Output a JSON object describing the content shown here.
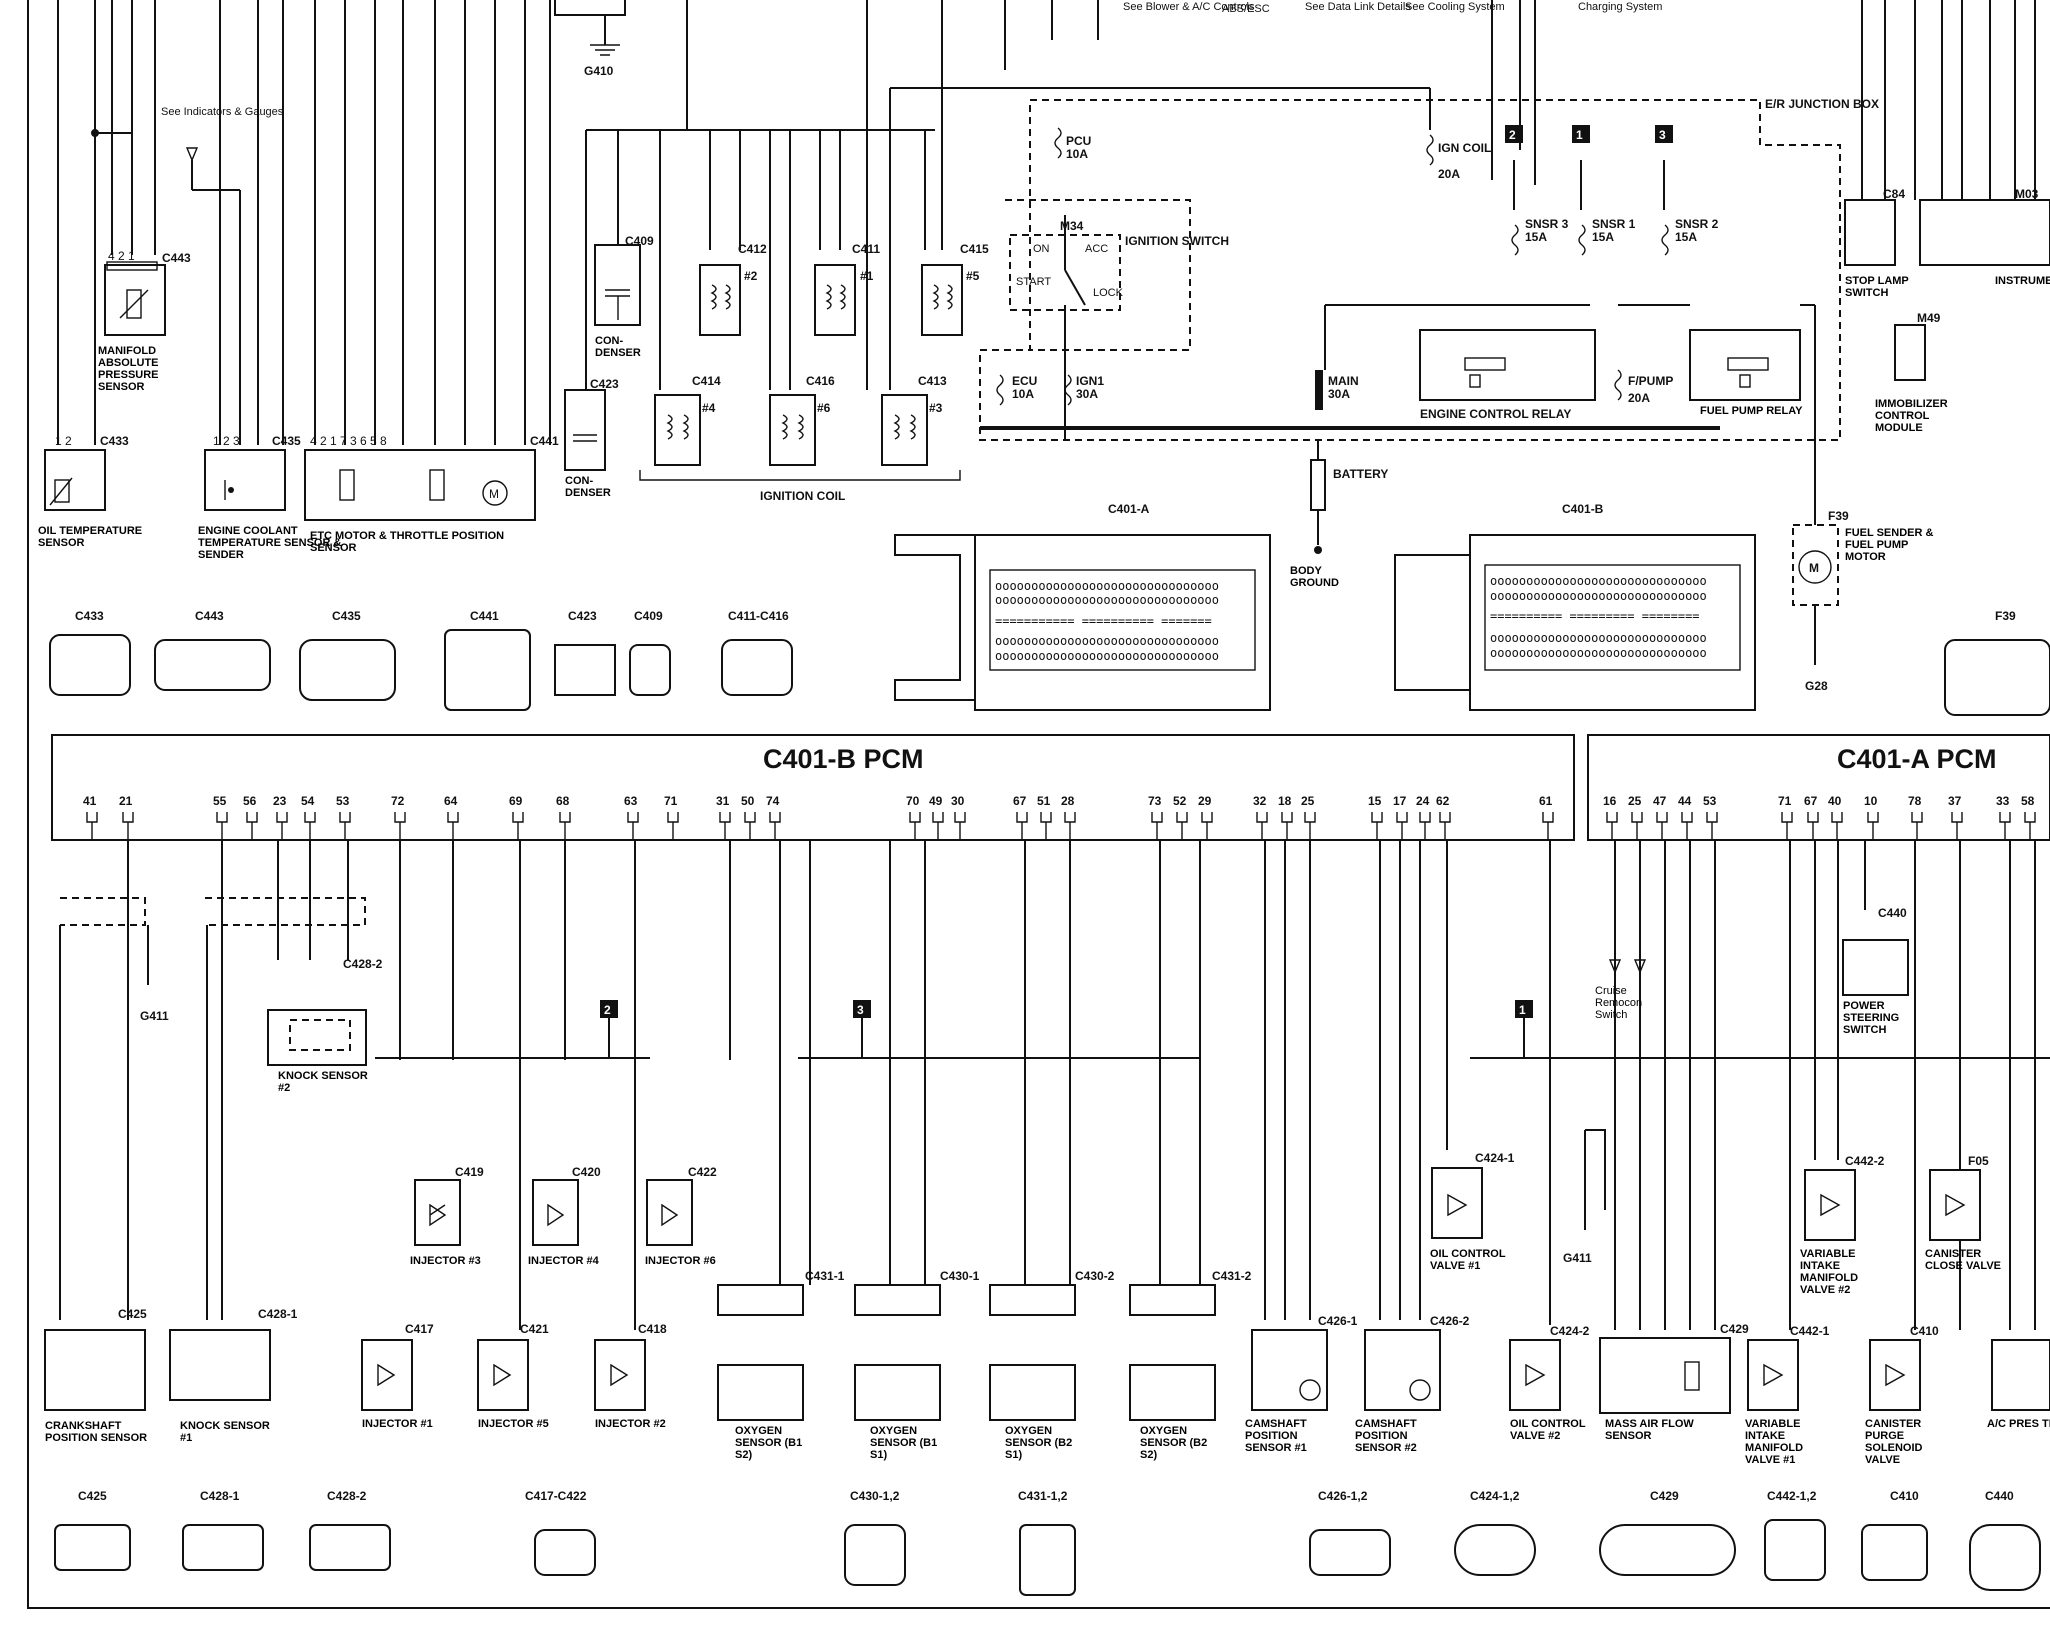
{
  "header": {
    "notes": [
      "See Blower & A/C Controls",
      "ABS/ESC",
      "See Data Link Details",
      "See Cooling System",
      "Charging System"
    ],
    "ground_top": "G410",
    "see_indicators": "See Indicators & Gauges"
  },
  "top": {
    "map_sensor": {
      "connector": "C443",
      "pins": [
        "4",
        "2",
        "1"
      ],
      "label": "MANIFOLD ABSOLUTE PRESSURE SENSOR"
    },
    "oil_temp": {
      "connector": "C433",
      "label": "OIL TEMPERATURE SENSOR"
    },
    "ect": {
      "connector": "C435",
      "label": "ENGINE COOLANT TEMPERATURE SENSOR & SENDER"
    },
    "etc": {
      "connector": "C441",
      "label": "ETC MOTOR & THROTTLE POSITION SENSOR"
    },
    "condensers": [
      {
        "connector": "C409",
        "label": "CON-DENSER"
      },
      {
        "connector": "C423",
        "label": "CON-DENSER"
      }
    ],
    "coil_upper": [
      {
        "connector": "C412",
        "num": "#2"
      },
      {
        "connector": "C411",
        "num": "#1"
      },
      {
        "connector": "C415",
        "num": "#5"
      }
    ],
    "coil_lower": [
      {
        "connector": "C414",
        "num": "#4"
      },
      {
        "connector": "C416",
        "num": "#6"
      },
      {
        "connector": "C413",
        "num": "#3"
      }
    ],
    "ignition_coil_label": "IGNITION COIL",
    "fuses": [
      {
        "name": "PCU",
        "rating": "10A"
      },
      {
        "name": "IGN COIL",
        "rating": "20A"
      },
      {
        "name": "ECU",
        "rating": "10A"
      },
      {
        "name": "IGN1",
        "rating": "30A"
      },
      {
        "name": "MAIN",
        "rating": "30A"
      },
      {
        "name": "F/PUMP",
        "rating": "20A"
      },
      {
        "name": "SNSR 3",
        "rating": "15A"
      },
      {
        "name": "SNSR 1",
        "rating": "15A"
      },
      {
        "name": "SNSR 2",
        "rating": "15A"
      }
    ],
    "ignition_switch": {
      "label": "IGNITION SWITCH",
      "connector": "M34",
      "positions": [
        "ON",
        "ACC",
        "START",
        "LOCK"
      ]
    },
    "junction_box": "E/R JUNCTION BOX",
    "engine_control_relay": "ENGINE CONTROL RELAY",
    "fuel_pump_relay": "FUEL PUMP RELAY",
    "battery": "BATTERY",
    "body_ground": "BODY GROUND",
    "stop_lamp": {
      "connector": "C84",
      "label": "STOP LAMP SWITCH"
    },
    "cluster": {
      "connector": "M03",
      "label": "INSTRUMENT CLUSTER"
    },
    "immobilizer": {
      "connector": "M49",
      "label": "IMMOBILIZER CONTROL MODULE"
    },
    "fuel_sender": {
      "connector": "F39",
      "label": "FUEL SENDER & FUEL PUMP MOTOR",
      "ground": "G28"
    },
    "pcm_a_conn": "C401-A",
    "pcm_b_conn": "C401-B",
    "connector_views": [
      "C433",
      "C443",
      "C435",
      "C441",
      "C423",
      "C409",
      "C411-C416",
      "F39"
    ]
  },
  "pcm_b": {
    "title": "C401-B PCM",
    "pins": [
      "41",
      "21",
      "55",
      "56",
      "23",
      "54",
      "53",
      "72",
      "64",
      "69",
      "68",
      "63",
      "71",
      "31",
      "50",
      "74",
      "70",
      "49",
      "30",
      "67",
      "51",
      "28",
      "73",
      "52",
      "29",
      "32",
      "18",
      "25",
      "15",
      "17",
      "24",
      "62",
      "61"
    ]
  },
  "pcm_a": {
    "title": "C401-A PCM",
    "pins": [
      "16",
      "25",
      "47",
      "44",
      "53",
      "71",
      "67",
      "40",
      "10",
      "78",
      "37",
      "33",
      "58"
    ]
  },
  "bottom": {
    "ground": "G411",
    "knock2": {
      "connector": "C428-2",
      "label": "KNOCK SENSOR #2"
    },
    "injectors_upper": [
      {
        "connector": "C419",
        "label": "INJECTOR #3"
      },
      {
        "connector": "C420",
        "label": "INJECTOR #4"
      },
      {
        "connector": "C422",
        "label": "INJECTOR #6"
      }
    ],
    "injectors_lower": [
      {
        "connector": "C417",
        "label": "INJECTOR #1"
      },
      {
        "connector": "C421",
        "label": "INJECTOR #5"
      },
      {
        "connector": "C418",
        "label": "INJECTOR #2"
      }
    ],
    "crank": {
      "connector": "C425",
      "label": "CRANKSHAFT POSITION SENSOR"
    },
    "knock1": {
      "connector": "C428-1",
      "label": "KNOCK SENSOR #1"
    },
    "o2": [
      {
        "connector": "C431-1",
        "label": "OXYGEN SENSOR (B1 S2)"
      },
      {
        "connector": "C430-1",
        "label": "OXYGEN SENSOR (B1 S1)"
      },
      {
        "connector": "C430-2",
        "label": "OXYGEN SENSOR (B2 S1)"
      },
      {
        "connector": "C431-2",
        "label": "OXYGEN SENSOR (B2 S2)"
      }
    ],
    "cmp": [
      {
        "connector": "C426-1",
        "label": "CAMSHAFT POSITION SENSOR #1"
      },
      {
        "connector": "C426-2",
        "label": "CAMSHAFT POSITION SENSOR #2"
      }
    ],
    "ocv1": {
      "connector": "C424-1",
      "label": "OIL CONTROL VALVE #1"
    },
    "ocv2": {
      "connector": "C424-2",
      "label": "OIL CONTROL VALVE #2"
    },
    "maf": {
      "connector": "C429",
      "label": "MASS AIR FLOW SENSOR"
    },
    "vim1": {
      "connector": "C442-1",
      "label": "VARIABLE INTAKE MANIFOLD VALVE #1"
    },
    "vim2": {
      "connector": "C442-2",
      "label": "VARIABLE INTAKE MANIFOLD VALVE #2"
    },
    "canister_close": {
      "connector": "F05",
      "label": "CANISTER CLOSE VALVE"
    },
    "canister_purge": {
      "connector": "C410",
      "label": "CANISTER PURGE SOLENOID VALVE"
    },
    "ps_switch": {
      "connector": "C440",
      "label": "POWER STEERING SWITCH"
    },
    "ac_trans": {
      "label": "A/C PRES TRANSDU"
    },
    "cruise": "Cruise Remocon Switch",
    "connector_views": [
      "C425",
      "C428-1",
      "C428-2",
      "C417-C422",
      "C430-1,2",
      "C431-1,2",
      "C426-1,2",
      "C424-1,2",
      "C429",
      "C442-1,2",
      "C410",
      "C440"
    ]
  }
}
